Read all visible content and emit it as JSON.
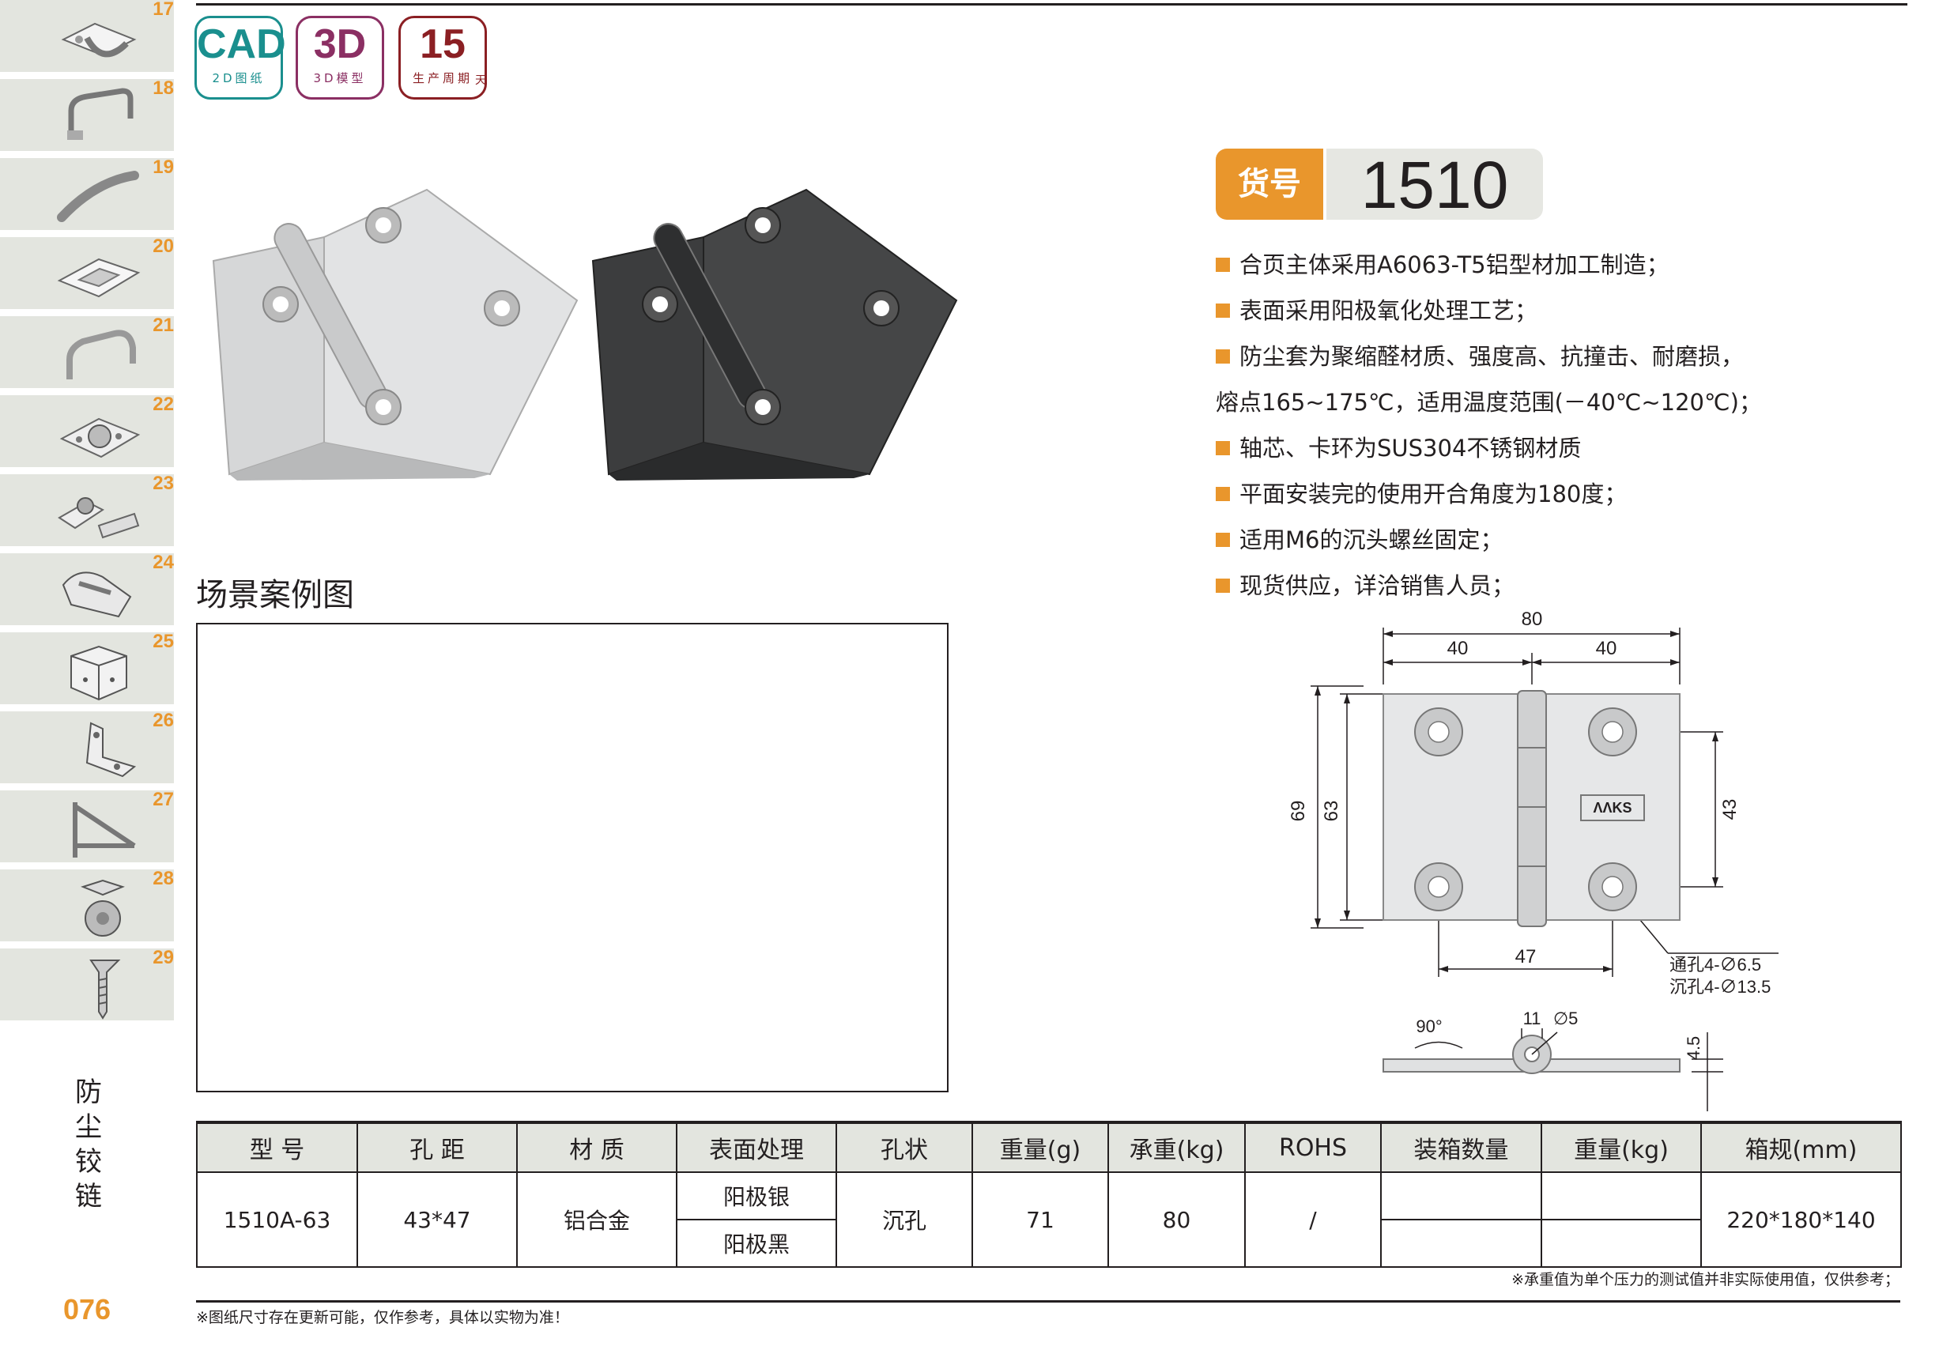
{
  "sidebar": {
    "tabs": [
      {
        "num": "17",
        "icon": "ring-pull-icon"
      },
      {
        "num": "18",
        "icon": "handle-frame-icon"
      },
      {
        "num": "19",
        "icon": "bow-handle-icon"
      },
      {
        "num": "20",
        "icon": "recessed-pull-icon"
      },
      {
        "num": "21",
        "icon": "tube-handle-icon"
      },
      {
        "num": "22",
        "icon": "butterfly-latch-icon"
      },
      {
        "num": "23",
        "icon": "toggle-latch-icon"
      },
      {
        "num": "24",
        "icon": "draw-latch-icon"
      },
      {
        "num": "25",
        "icon": "corner-guard-icon"
      },
      {
        "num": "26",
        "icon": "angle-bracket-icon"
      },
      {
        "num": "27",
        "icon": "shelf-bracket-icon"
      },
      {
        "num": "28",
        "icon": "caster-wheel-icon"
      },
      {
        "num": "29",
        "icon": "screw-icon"
      }
    ],
    "category": "防尘铰链",
    "page_number": "076"
  },
  "badges": {
    "cad": {
      "big": "CAD",
      "small": "2D图纸"
    },
    "model": {
      "big": "3D",
      "small": "3D模型"
    },
    "cycle": {
      "big": "15",
      "small": "生产周期",
      "unit": "天"
    }
  },
  "product": {
    "code_label": "货号",
    "code": "1510"
  },
  "features": [
    "合页主体采用A6063-T5铝型材加工制造；",
    "表面采用阳极氧化处理工艺；",
    "防尘套为聚缩醛材质、强度高、抗撞击、耐磨损，",
    "熔点165~175℃，适用温度范围(－40℃~120℃)；",
    "轴芯、卡环为SUS304不锈钢材质",
    "平面安装完的使用开合角度为180度；",
    "适用M6的沉头螺丝固定；",
    "现货供应，详洽销售人员；"
  ],
  "scene": {
    "title": "场景案例图"
  },
  "drawing": {
    "dims": {
      "overall_width": "80",
      "half_width_left": "40",
      "half_width_right": "40",
      "overall_height": "69",
      "leaf_height": "63",
      "hole_pitch_v": "43",
      "hole_pitch_h": "47",
      "through_hole": "通孔4-∅6.5",
      "counter_hole": "沉孔4-∅13.5",
      "knuckle_width": "11",
      "pin_dia": "∅5",
      "angle": "90°",
      "thickness": "4.5"
    },
    "logo_text": "ΛΛKS"
  },
  "table": {
    "headers": [
      "型 号",
      "孔 距",
      "材 质",
      "表面处理",
      "孔状",
      "重量(g)",
      "承重(kg)",
      "ROHS",
      "装箱数量",
      "重量(kg)",
      "箱规(mm)"
    ],
    "row": {
      "model": "1510A-63",
      "pitch": "43*47",
      "material": "铝合金",
      "finish_1": "阳极银",
      "finish_2": "阳极黑",
      "hole": "沉孔",
      "weight_g": "71",
      "load_kg": "80",
      "rohs": "/",
      "pack_qty_1": "",
      "pack_qty_2": "",
      "pack_weight_1": "",
      "pack_weight_2": "",
      "carton": "220*180*140"
    },
    "note": "※承重值为单个压力的测试值并非实际使用值，仅供参考；"
  },
  "footer_note": "※图纸尺寸存在更新可能，仅作参考，具体以实物为准！",
  "colors": {
    "accent": "#e9962c",
    "cad": "#1a8f8e",
    "model": "#8b2f63",
    "cycle": "#8b1f23",
    "sidebar": "#e3e5df"
  }
}
